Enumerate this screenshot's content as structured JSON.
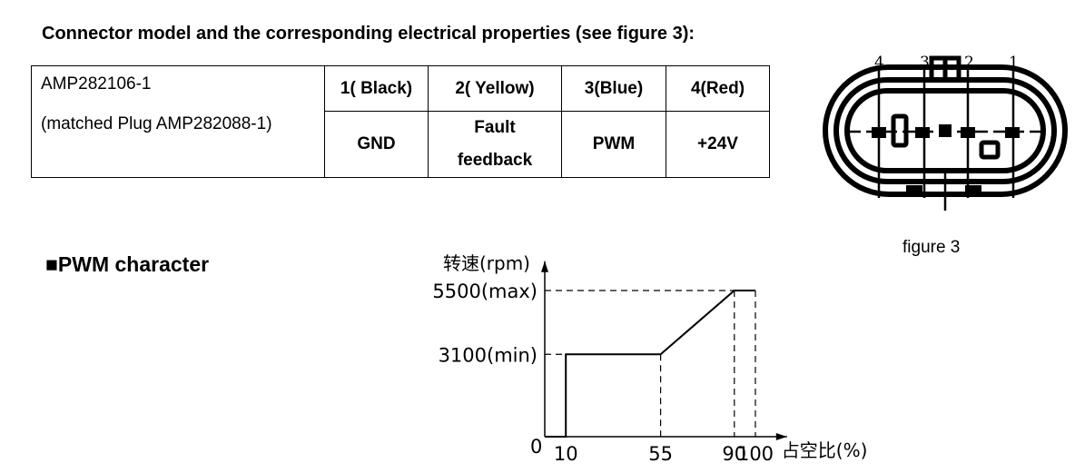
{
  "heading": "Connector model and the corresponding electrical properties (see figure 3):",
  "table": {
    "model": "AMP282106-1",
    "matched": "(matched Plug AMP282088-1)",
    "pins": [
      {
        "pin": "1( Black)",
        "value": "GND"
      },
      {
        "pin": "2( Yellow)",
        "value": "Fault feedback"
      },
      {
        "pin": "3(Blue)",
        "value": "PWM"
      },
      {
        "pin": "4(Red)",
        "value": "+24V"
      }
    ]
  },
  "figure": {
    "caption": "figure 3",
    "pin_labels": [
      "4",
      "3",
      "2",
      "1"
    ]
  },
  "section_title": "■PWM character",
  "chart_data": {
    "type": "line",
    "ylabel": "转速(rpm)",
    "xlabel": "占空比(%)",
    "x_ticks": [
      "0",
      "10",
      "55",
      "90",
      "100"
    ],
    "y_ticks": [
      "3100(min)",
      "5500(max)"
    ],
    "x": [
      10,
      10,
      55,
      90,
      100
    ],
    "y": [
      0,
      3100,
      3100,
      5500,
      5500
    ],
    "xlim": [
      0,
      115
    ],
    "ylim": [
      0,
      6600
    ]
  }
}
